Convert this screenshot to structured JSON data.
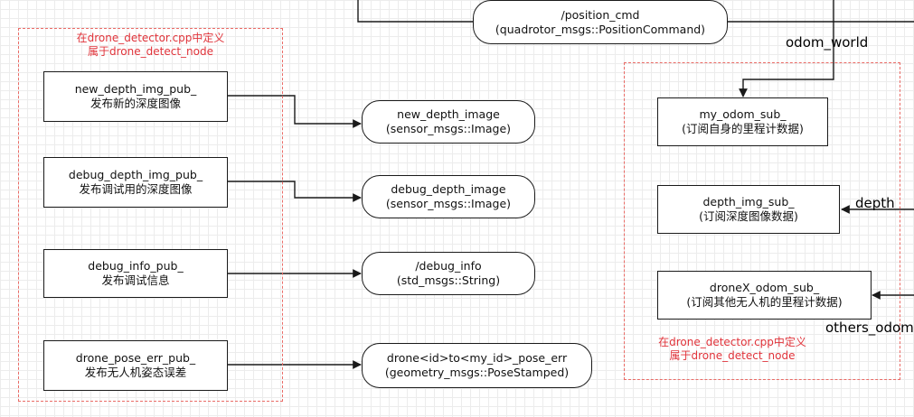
{
  "left_group": {
    "note_line1": "在drone_detector.cpp中定义",
    "note_line2": "属于drone_detect_node"
  },
  "right_group": {
    "note_line1": "在drone_detector.cpp中定义",
    "note_line2": "属于drone_detect_node"
  },
  "publishers": [
    {
      "name": "new_depth_img_pub_",
      "desc": "发布新的深度图像"
    },
    {
      "name": "debug_depth_img_pub_",
      "desc": "发布调试用的深度图像"
    },
    {
      "name": "debug_info_pub_",
      "desc": "发布调试信息"
    },
    {
      "name": "drone_pose_err_pub_",
      "desc": "发布无人机姿态误差"
    }
  ],
  "topics": [
    {
      "name": "new_depth_image",
      "type": "(sensor_msgs::Image)"
    },
    {
      "name": "debug_depth_image",
      "type": "(sensor_msgs::Image)"
    },
    {
      "name": "/debug_info",
      "type": "(std_msgs::String)"
    },
    {
      "name": "drone<id>to<my_id>_pose_err",
      "type": "(geometry_msgs::PoseStamped)"
    }
  ],
  "position_cmd": {
    "name": "/position_cmd",
    "type": "(quadrotor_msgs::PositionCommand)"
  },
  "subscribers": [
    {
      "name": "my_odom_sub_",
      "desc": "(订阅自身的里程计数据)"
    },
    {
      "name": "depth_img_sub_",
      "desc": "(订阅深度图像数据)"
    },
    {
      "name": "droneX_odom_sub_",
      "desc": "(订阅其他无人机的里程计数据)"
    }
  ],
  "edge_labels": {
    "odom_world": "odom_world",
    "depth": "depth",
    "others_odom": "others_odom"
  }
}
